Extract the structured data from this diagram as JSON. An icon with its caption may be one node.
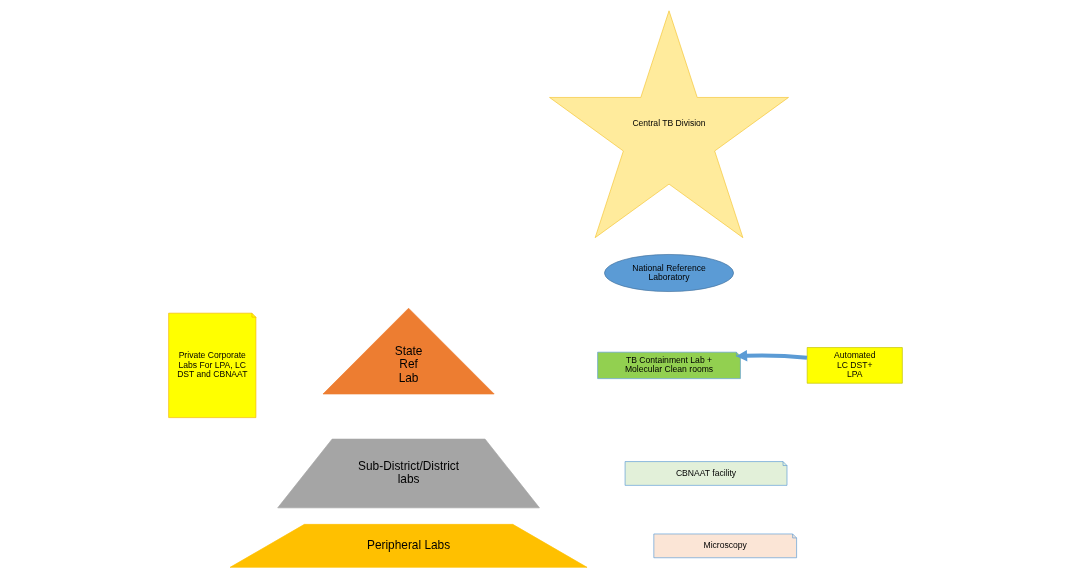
{
  "diagram": {
    "nodes": [
      {
        "text": [
          "Central TB Division"
        ]
      },
      {
        "text": [
          "National Reference Laboratory"
        ]
      },
      {
        "text": [
          "Private Corporate Labs For LPA, LC DST and CBNAAT"
        ]
      },
      {
        "text": [
          "State Ref Lab"
        ]
      },
      {
        "text": [
          "Sub-District/District labs"
        ]
      },
      {
        "text": [
          "Peripheral Labs"
        ]
      },
      {
        "text": [
          "TB Containment Lab + Molecular Clean rooms"
        ]
      },
      {
        "text": [
          "Automated LC DST+ LPA"
        ]
      },
      {
        "text": [
          "CBNAAT facility"
        ]
      },
      {
        "text": [
          "Microscopy"
        ]
      }
    ],
    "edges": [
      {
        "from": 7,
        "to": 6,
        "arrow": "to"
      }
    ]
  }
}
